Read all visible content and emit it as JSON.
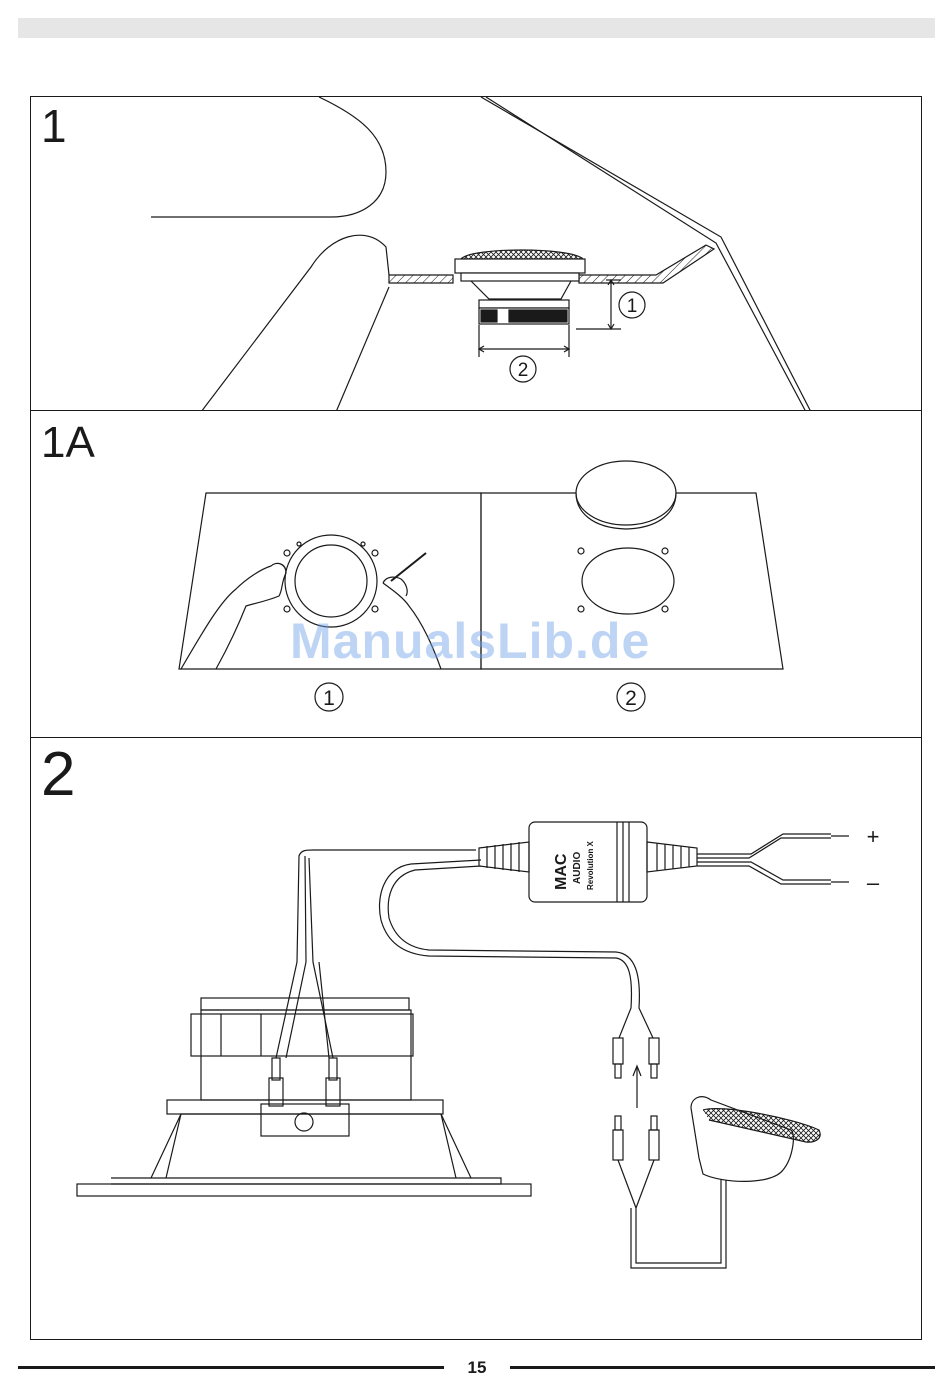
{
  "panels": [
    {
      "step": "1",
      "callouts": [
        "1",
        "2"
      ]
    },
    {
      "step": "1A",
      "callouts": [
        "1",
        "2"
      ]
    },
    {
      "step": "2",
      "polarity": {
        "plus": "+",
        "minus": "–"
      },
      "crossover": {
        "brand_line1": "MAC",
        "brand_line2": "AUDIO",
        "model": "Revolution X"
      }
    }
  ],
  "watermark": "ManualsLib.de",
  "page_number": "15"
}
